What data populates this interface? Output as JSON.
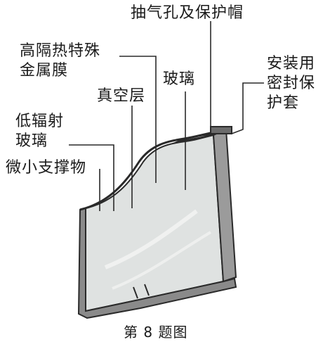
{
  "labels": {
    "exhaust_hole": "抽气孔及保护帽",
    "heat_film_line1": "高隔热特殊",
    "heat_film_line2": "金属膜",
    "vacuum_layer": "真空层",
    "glass": "玻璃",
    "seal_line1": "安装用",
    "seal_line2": "密封保",
    "seal_line3": "护套",
    "lowe_line1": "低辐射",
    "lowe_line2": "玻璃",
    "support": "微小支撑物"
  },
  "caption": "第 8 题图",
  "colors": {
    "line": "#2a2a2a",
    "frame": "#6b6b6b",
    "glass_fill": "#d9dcdc",
    "glass_light": "#eef0ef"
  }
}
